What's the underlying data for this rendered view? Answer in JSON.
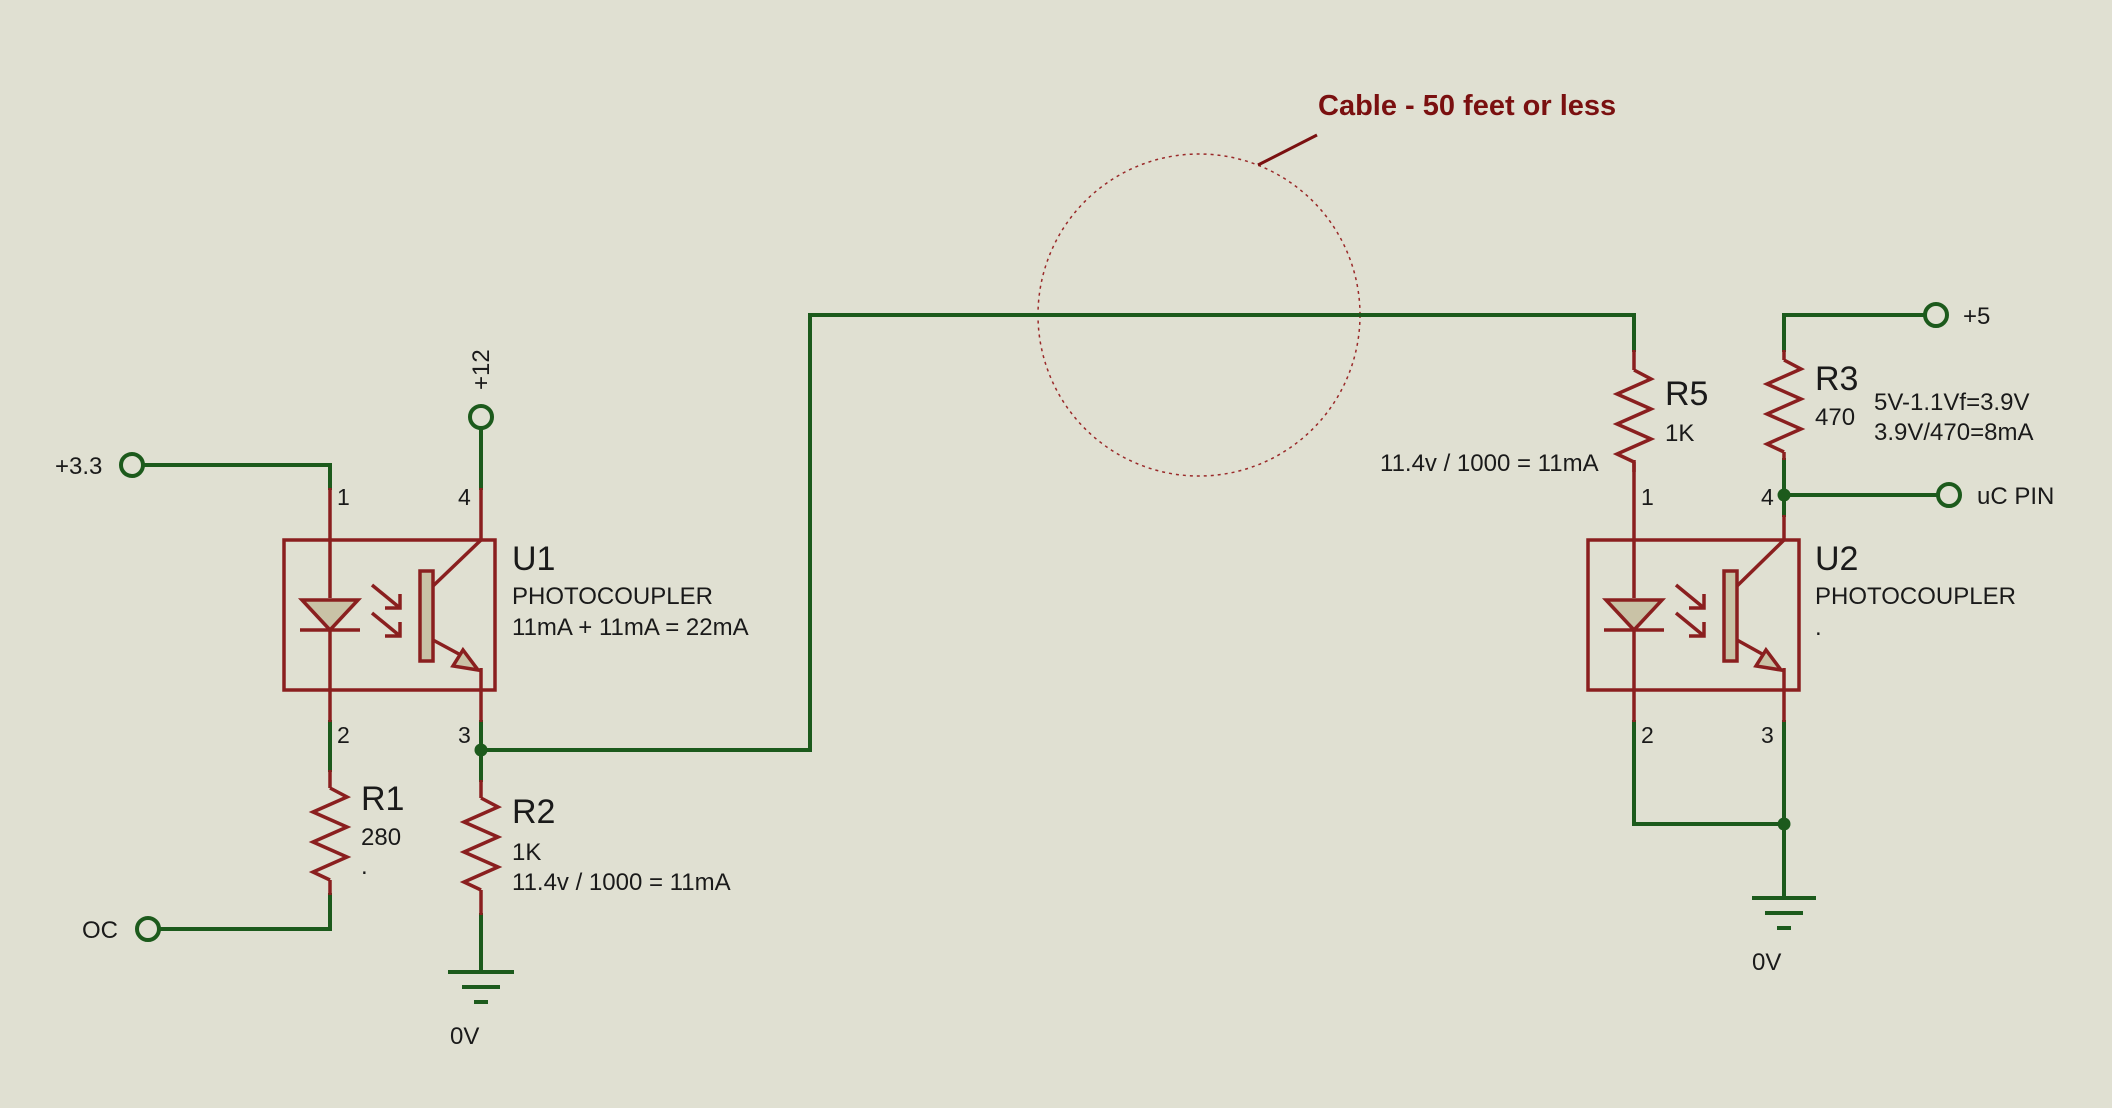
{
  "cable": {
    "annotation": "Cable - 50 feet or less"
  },
  "terminals": {
    "v33": "+3.3",
    "v12": "+12",
    "oc": "OC",
    "v5": "+5",
    "uc_pin": "uC PIN"
  },
  "grounds": {
    "left": "0V",
    "right": "0V"
  },
  "u1": {
    "ref": "U1",
    "type": "PHOTOCOUPLER",
    "note": "11mA + 11mA = 22mA",
    "pins": {
      "p1": "1",
      "p2": "2",
      "p3": "3",
      "p4": "4"
    }
  },
  "u2": {
    "ref": "U2",
    "type": "PHOTOCOUPLER",
    "note": ".",
    "pins": {
      "p1": "1",
      "p2": "2",
      "p3": "3",
      "p4": "4"
    }
  },
  "r1": {
    "ref": "R1",
    "value": "280",
    "note": "."
  },
  "r2": {
    "ref": "R2",
    "value": "1K",
    "note": "11.4v / 1000 = 11mA"
  },
  "r5": {
    "ref": "R5",
    "value": "1K",
    "note": "11.4v / 1000 = 11mA"
  },
  "r3": {
    "ref": "R3",
    "value": "470",
    "note1": "5V-1.1Vf=3.9V",
    "note2": "3.9V/470=8mA"
  }
}
